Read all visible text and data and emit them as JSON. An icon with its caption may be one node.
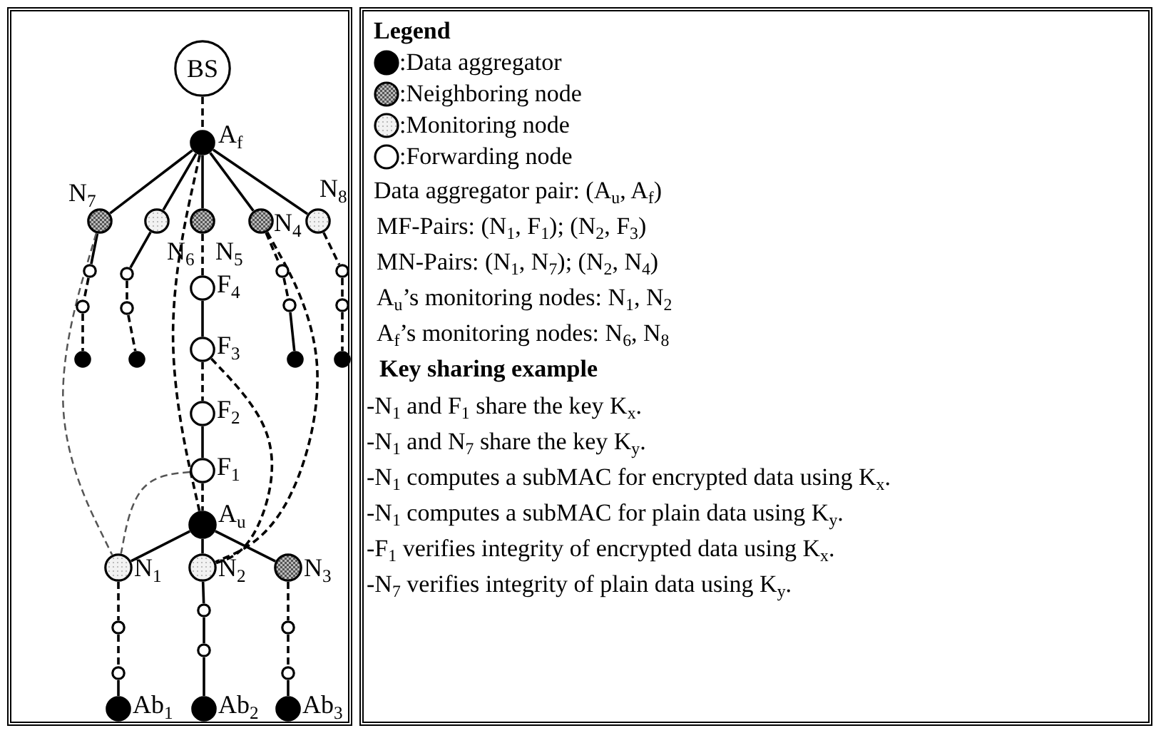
{
  "diagram": {
    "nodes": [
      {
        "text": [
          "BS"
        ]
      },
      {
        "text": [],
        "shape": "circle",
        "beside": [
          "A$_{f}$"
        ]
      },
      {
        "text": [],
        "shape": "circle",
        "beside": [
          "N$_{7}$"
        ]
      },
      {
        "text": [],
        "shape": "circle",
        "beside": [
          "N$_{6}$"
        ]
      },
      {
        "text": [],
        "shape": "circle",
        "beside": [
          "N$_{5}$"
        ]
      },
      {
        "text": [],
        "shape": "circle",
        "beside": [
          "N$_{4}$"
        ]
      },
      {
        "text": [],
        "shape": "circle",
        "beside": [
          "N$_{8}$"
        ]
      },
      {
        "text": [],
        "shape": "circle"
      },
      {
        "text": [],
        "shape": "circle"
      },
      {
        "text": [],
        "shape": "circle"
      },
      {
        "text": [],
        "shape": "circle"
      },
      {
        "text": [],
        "shape": "circle"
      },
      {
        "text": [],
        "shape": "circle"
      },
      {
        "text": [],
        "shape": "circle",
        "beside": [
          "F$_{4}$"
        ]
      },
      {
        "text": [],
        "shape": "circle",
        "beside": [
          "F$_{3}$"
        ]
      },
      {
        "text": [],
        "shape": "circle",
        "beside": [
          "F$_{2}$"
        ]
      },
      {
        "text": [],
        "shape": "circle",
        "beside": [
          "F$_{1}$"
        ]
      },
      {
        "text": [],
        "shape": "circle"
      },
      {
        "text": [],
        "shape": "circle"
      },
      {
        "text": [],
        "shape": "circle"
      },
      {
        "text": [],
        "shape": "circle"
      },
      {
        "text": [],
        "shape": "circle"
      },
      {
        "text": [],
        "shape": "circle"
      },
      {
        "text": [],
        "shape": "circle",
        "beside": [
          "A$_{u}$"
        ]
      },
      {
        "text": [],
        "shape": "circle",
        "beside": [
          "N$_{1}$"
        ]
      },
      {
        "text": [],
        "shape": "circle",
        "beside": [
          "N$_{2}$"
        ]
      },
      {
        "text": [],
        "shape": "circle",
        "beside": [
          "N$_{3}$"
        ]
      },
      {
        "text": [],
        "shape": "circle"
      },
      {
        "text": [],
        "shape": "circle"
      },
      {
        "text": [],
        "shape": "circle",
        "beside": [
          "Ab$_{1}$"
        ]
      },
      {
        "text": [],
        "shape": "circle"
      },
      {
        "text": [],
        "shape": "circle"
      },
      {
        "text": [],
        "shape": "circle",
        "beside": [
          "Ab$_{2}$"
        ]
      },
      {
        "text": [],
        "shape": "circle"
      },
      {
        "text": [],
        "shape": "circle"
      },
      {
        "text": [],
        "shape": "circle",
        "beside": [
          "Ab$_{3}$"
        ]
      }
    ],
    "edges": [
      {
        "from": 0,
        "to": 1,
        "arrow": "none",
        "style": "dashed"
      },
      {
        "from": 1,
        "to": 2,
        "arrow": "none"
      },
      {
        "from": 1,
        "to": 3,
        "arrow": "none"
      },
      {
        "from": 1,
        "to": 4,
        "arrow": "none"
      },
      {
        "from": 1,
        "to": 5,
        "arrow": "none"
      },
      {
        "from": 1,
        "to": 6,
        "arrow": "none"
      },
      {
        "from": 2,
        "to": 7,
        "arrow": "none"
      },
      {
        "from": 7,
        "to": 8,
        "arrow": "none",
        "style": "dashed"
      },
      {
        "from": 8,
        "to": 9,
        "arrow": "none",
        "style": "dashed"
      },
      {
        "from": 3,
        "to": 10,
        "arrow": "none"
      },
      {
        "from": 10,
        "to": 11,
        "arrow": "none",
        "style": "dashed"
      },
      {
        "from": 11,
        "to": 12,
        "arrow": "none",
        "style": "dashed"
      },
      {
        "from": 4,
        "to": 13,
        "arrow": "none",
        "style": "dashed"
      },
      {
        "from": 13,
        "to": 14,
        "arrow": "none"
      },
      {
        "from": 14,
        "to": 15,
        "arrow": "none",
        "style": "dashed"
      },
      {
        "from": 15,
        "to": 16,
        "arrow": "none"
      },
      {
        "from": 16,
        "to": 23,
        "arrow": "none",
        "style": "dashed"
      },
      {
        "from": 5,
        "to": 17,
        "arrow": "none",
        "style": "dashed"
      },
      {
        "from": 17,
        "to": 18,
        "arrow": "none",
        "style": "dashed"
      },
      {
        "from": 18,
        "to": 19,
        "arrow": "none"
      },
      {
        "from": 6,
        "to": 20,
        "arrow": "none",
        "style": "dashed"
      },
      {
        "from": 20,
        "to": 21,
        "arrow": "none",
        "style": "dashed"
      },
      {
        "from": 21,
        "to": 22,
        "arrow": "none",
        "style": "dashed"
      },
      {
        "from": 23,
        "to": 24,
        "arrow": "none"
      },
      {
        "from": 23,
        "to": 25,
        "arrow": "none"
      },
      {
        "from": 23,
        "to": 26,
        "arrow": "none"
      },
      {
        "from": 24,
        "to": 27,
        "arrow": "none",
        "style": "dashed"
      },
      {
        "from": 27,
        "to": 28,
        "arrow": "none",
        "style": "dashed"
      },
      {
        "from": 28,
        "to": 29,
        "arrow": "none"
      },
      {
        "from": 25,
        "to": 30,
        "arrow": "none"
      },
      {
        "from": 30,
        "to": 31,
        "arrow": "none"
      },
      {
        "from": 31,
        "to": 32,
        "arrow": "none"
      },
      {
        "from": 26,
        "to": 33,
        "arrow": "none",
        "style": "dashed"
      },
      {
        "from": 33,
        "to": 34,
        "arrow": "none",
        "style": "dashed"
      },
      {
        "from": 34,
        "to": 35,
        "arrow": "none"
      },
      {
        "from": 1,
        "to": 23,
        "arrow": "none",
        "style": "dashed"
      },
      {
        "from": 2,
        "to": 24,
        "arrow": "none",
        "style": "dashed",
        "color": "#555555"
      },
      {
        "from": 16,
        "to": 24,
        "arrow": "none",
        "style": "dashed",
        "color": "#555555"
      },
      {
        "from": 14,
        "to": 25,
        "arrow": "none",
        "style": "dashed"
      },
      {
        "from": 5,
        "to": 25,
        "arrow": "none",
        "style": "dashed"
      }
    ],
    "labels": [
      "Legend",
      "Data aggregator pair: (A$_{u}$, A$_{f}$)",
      "MF-Pairs: (N$_{1}$, F$_{1}$); (N$_{2}$, F$_{3}$)",
      "MN-Pairs: (N$_{1}$, N$_{7}$); (N$_{2}$, N$_{4}$)",
      "A$_{u}$’s monitoring nodes: N$_{1}$, N$_{2}$",
      "A$_{f}$’s monitoring nodes: N$_{6}$, N$_{8}$",
      "Key sharing example",
      "-N$_{1}$ and F$_{1}$ share the key K$_{x}$.",
      "-N$_{1}$ and N$_{7}$ share the key K$_{y}$.",
      "-N$_{1}$ computes a subMAC for encrypted data using K$_{x}$.",
      "-N$_{1}$ computes a subMAC for plain data using K$_{y}$.",
      "-F$_{1}$ verifies integrity of encrypted data using K$_{x}$.",
      "-N$_{7}$ verifies integrity of plain data using K$_{y}$."
    ],
    "legend": [
      {
        "text": ":Data aggregator"
      },
      {
        "text": ":Neighboring node"
      },
      {
        "text": ":Monitoring node"
      },
      {
        "text": ":Forwarding node"
      }
    ]
  }
}
